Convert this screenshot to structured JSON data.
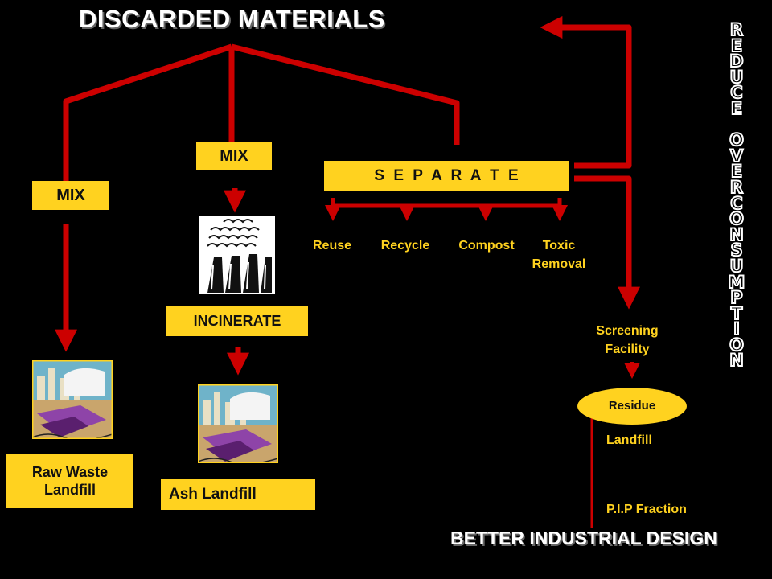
{
  "title": "DISCARDED MATERIALS",
  "bottom_title": "BETTER INDUSTRIAL DESIGN",
  "vertical_text": [
    "REDUCE",
    "OVERCONSUMPTION"
  ],
  "boxes": {
    "mix_left": "MIX",
    "mix_center": "MIX",
    "separate": "S E P A R A T E",
    "incinerate": "INCINERATE",
    "raw_waste_landfill": "Raw Waste Landfill",
    "ash_landfill": "Ash Landfill",
    "residue": "Residue"
  },
  "separate_outputs": [
    "Reuse",
    "Recycle",
    "Compost",
    "Toxic Removal"
  ],
  "labels": {
    "screening_facility": "Screening Facility",
    "landfill": "Landfill",
    "pip_fraction": "P.I.P Fraction"
  },
  "icons": {
    "smokestacks": "incinerator-smokestacks-icon",
    "landfill_left": "landfill-bulldozer-icon",
    "landfill_center": "landfill-bulldozer-icon"
  },
  "colors": {
    "arrow": "#cc0000",
    "box": "#ffd21f",
    "background": "#000000",
    "text": "#ffffff"
  }
}
